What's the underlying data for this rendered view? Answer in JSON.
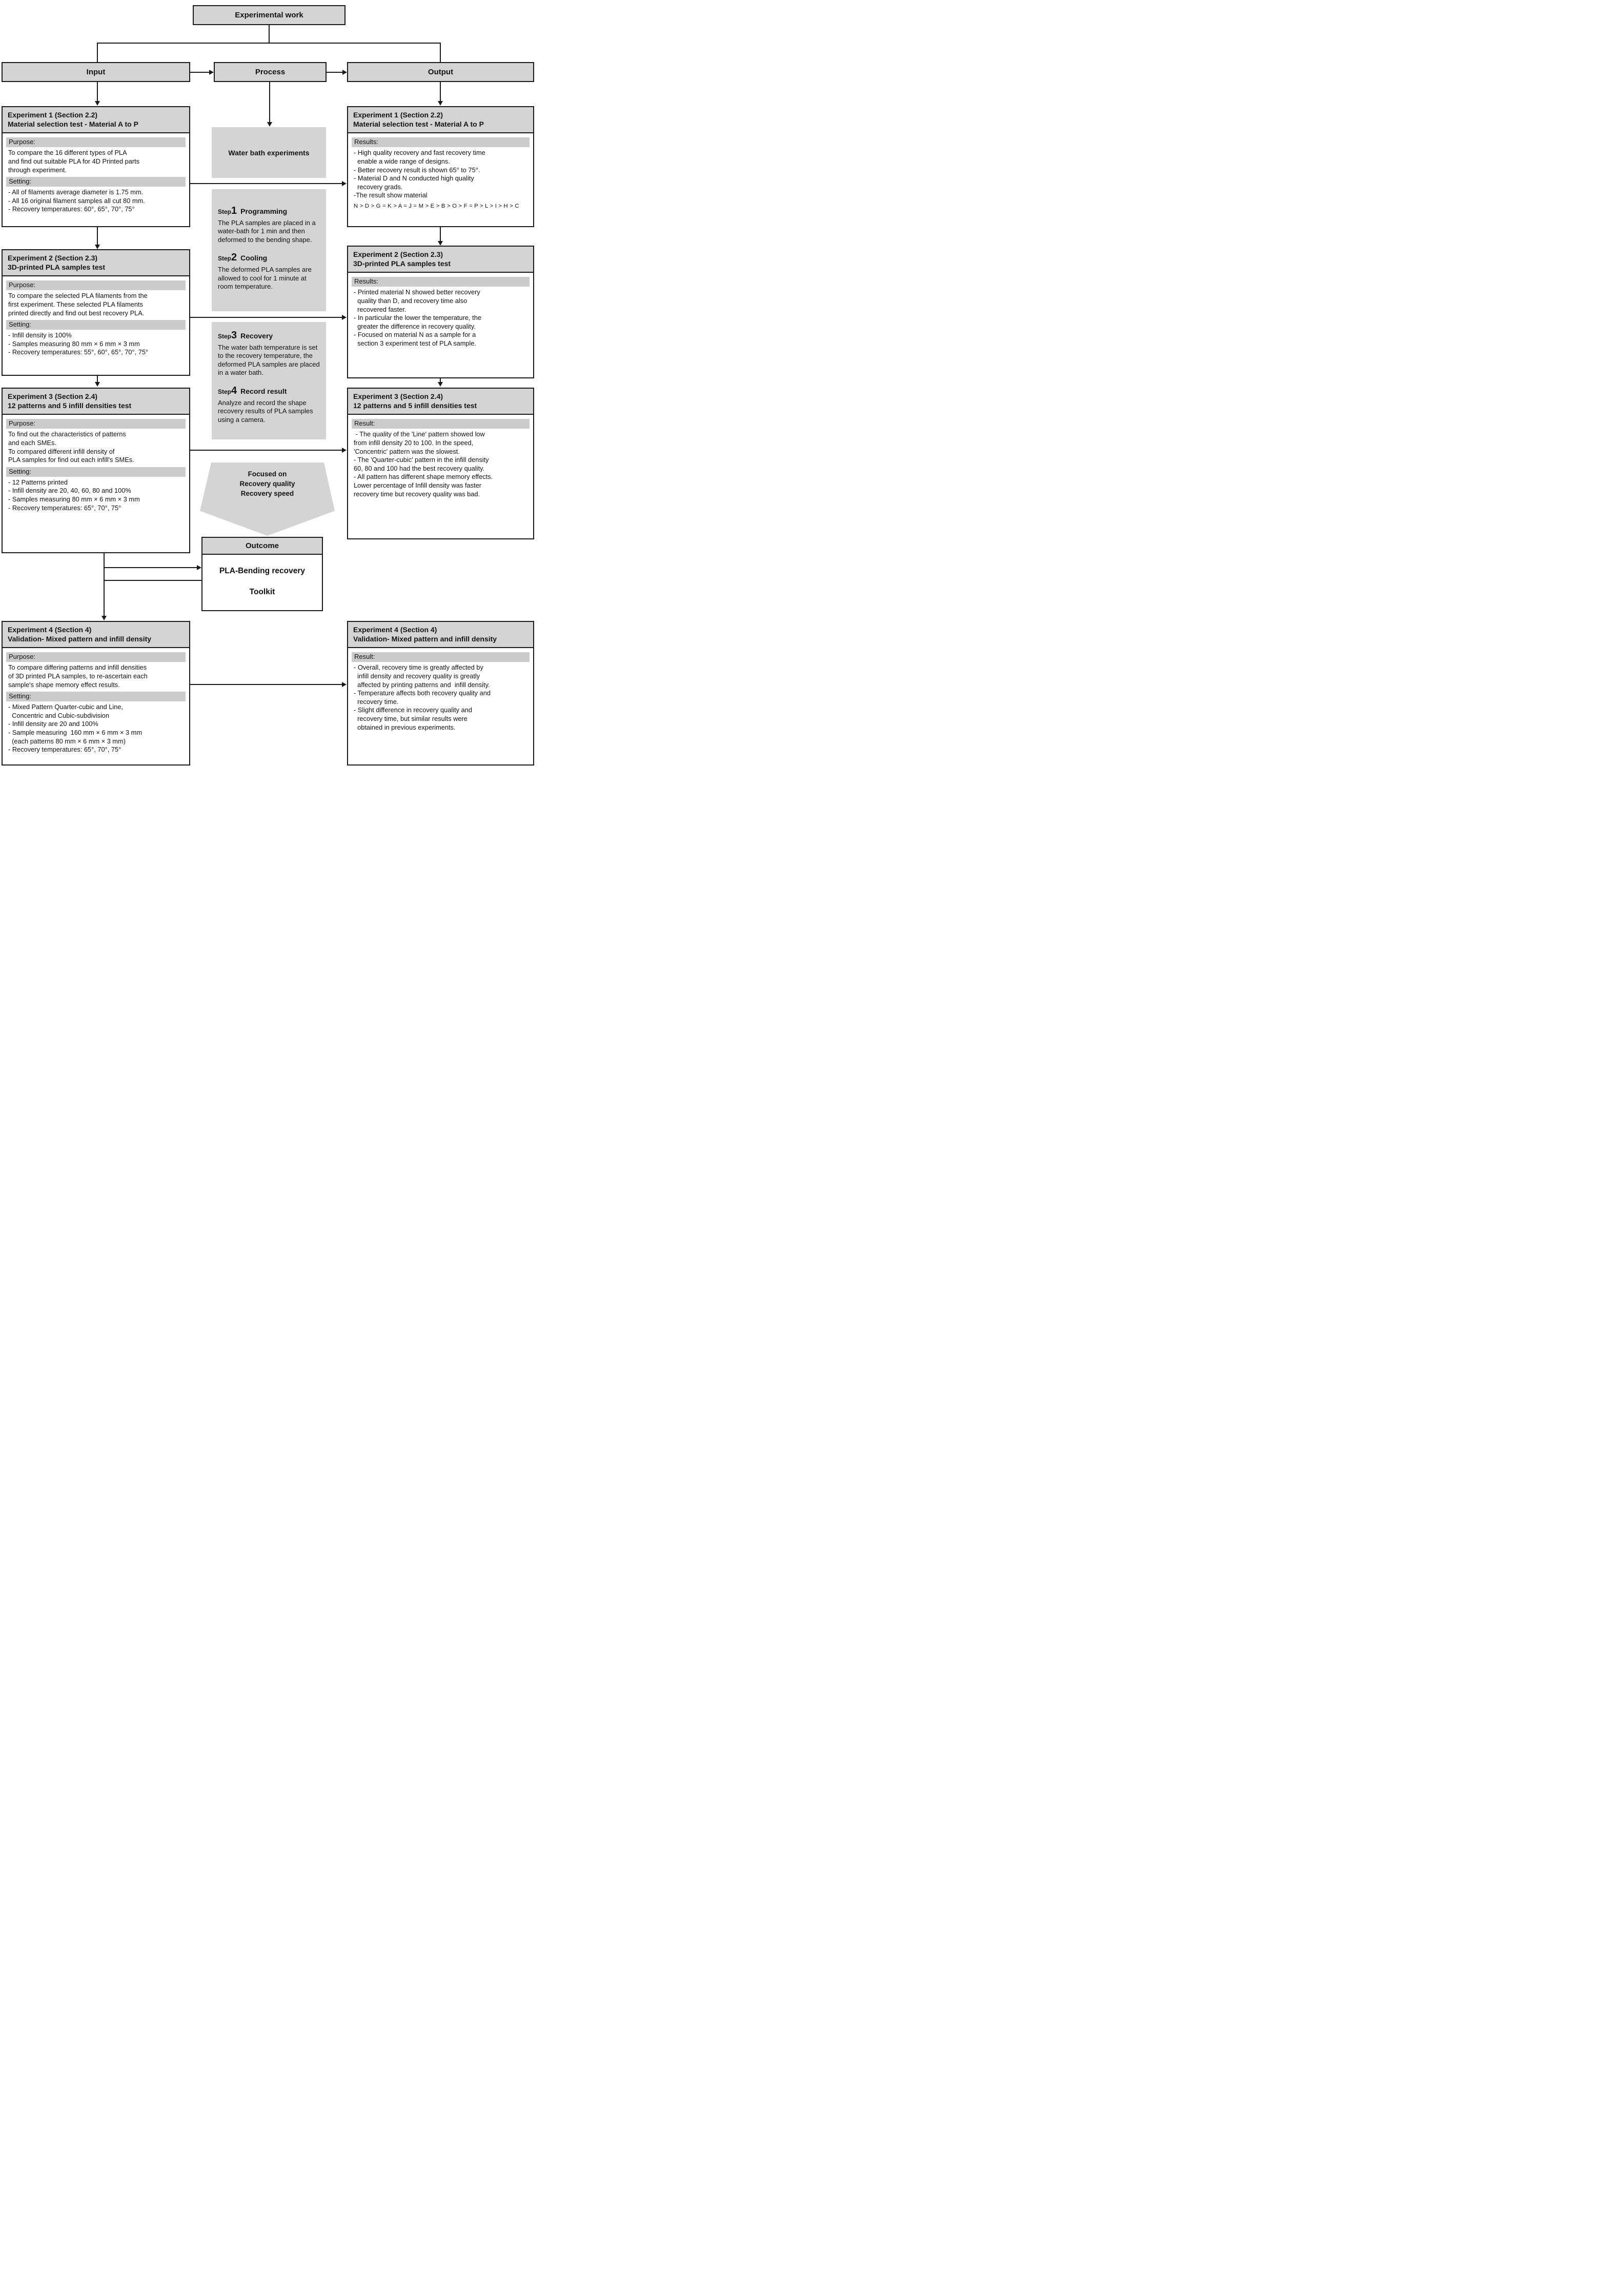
{
  "title": "Experimental work",
  "columns": {
    "input": "Input",
    "process": "Process",
    "output": "Output"
  },
  "labels": {
    "purpose": "Purpose:",
    "setting": "Setting:",
    "results": "Results:",
    "result": "Result:"
  },
  "input_column": {
    "exp1": {
      "header1": "Experiment 1 (Section 2.2)",
      "header2": "Material selection test - Material A to P",
      "purpose": [
        "To compare the 16 different types of PLA",
        "and find out suitable PLA for 4D Printed parts",
        "through experiment."
      ],
      "setting": [
        "- All of filaments average diameter is 1.75 mm.",
        "- All 16 original filament samples all cut 80 mm.",
        "- Recovery temperatures: 60°, 65°, 70°, 75°"
      ]
    },
    "exp2": {
      "header1": "Experiment 2 (Section 2.3)",
      "header2": "3D-printed PLA samples test",
      "purpose": [
        "To compare the selected PLA filaments from the",
        "first experiment. These selected PLA filaments",
        "printed directly and find out best recovery PLA."
      ],
      "setting": [
        "- Infill density is 100%",
        "- Samples measuring 80 mm × 6 mm × 3 mm",
        "- Recovery temperatures: 55°, 60°, 65°, 70°, 75°"
      ]
    },
    "exp3": {
      "header1": "Experiment 3 (Section 2.4)",
      "header2": "12 patterns and 5 infill densities test",
      "purpose": [
        "To find out the characteristics of patterns",
        "and each SMEs.",
        "To compared different infill density of",
        "PLA samples for find out each infill's SMEs."
      ],
      "setting": [
        "- 12 Patterns printed",
        "- Infill density are 20, 40, 60, 80 and 100%",
        "- Samples measuring 80 mm × 6 mm × 3 mm",
        "- Recovery temperatures: 65°, 70°, 75°"
      ]
    },
    "exp4": {
      "header1": "Experiment 4 (Section 4)",
      "header2": "Validation- Mixed pattern and infill density",
      "purpose": [
        "To compare differing patterns and infill densities",
        "of 3D printed PLA samples, to re-ascertain each",
        "sample's shape memory effect results."
      ],
      "setting": [
        "- Mixed Pattern Quarter-cubic and Line,",
        "  Concentric and Cubic-subdivision",
        "- Infill density are 20 and 100%",
        "- Sample measuring  160 mm × 6 mm × 3 mm",
        "  (each patterns 80 mm × 6 mm × 3 mm)",
        "- Recovery temperatures: 65°, 70°, 75°"
      ]
    }
  },
  "process_column": {
    "water_bath": "Water bath experiments",
    "steps": [
      {
        "prefix": "Step",
        "num": "1",
        "title": "Programming",
        "body": "The PLA samples are placed in a water-bath for 1 min and then deformed to the bending shape."
      },
      {
        "prefix": "Step",
        "num": "2",
        "title": "Cooling",
        "body": "The deformed PLA samples are allowed to cool for 1 minute at room temperature."
      },
      {
        "prefix": "Step",
        "num": "3",
        "title": "Recovery",
        "body": "The water bath temperature is set to the recovery temperature, the deformed PLA samples are placed in a water bath."
      },
      {
        "prefix": "Step",
        "num": "4",
        "title": "Record result",
        "body": "Analyze and record the shape recovery results of PLA samples using a camera."
      }
    ],
    "focus": [
      "Focused on",
      "Recovery quality",
      "Recovery speed"
    ],
    "outcome_label": "Outcome",
    "outcome_line1": "PLA-Bending recovery",
    "outcome_line2": "Toolkit"
  },
  "output_column": {
    "exp1": {
      "header1": "Experiment 1 (Section 2.2)",
      "header2": "Material selection test - Material A to P",
      "results": [
        "- High quality recovery and fast recovery time",
        "  enable a wide range of designs.",
        "- Better recovery result is shown 65° to 75°.",
        "- Material D and N conducted high quality",
        "  recovery grads.",
        "-The result show material"
      ],
      "ranking": "N > D > G = K > A = J = M > E > B > O > F = P > L > I > H > C"
    },
    "exp2": {
      "header1": "Experiment 2 (Section 2.3)",
      "header2": "3D-printed PLA samples test",
      "results": [
        "- Printed material N showed better recovery",
        "  quality than D, and recovery time also",
        "  recovered faster.",
        "- In particular the lower the temperature, the",
        "  greater the difference in recovery quality.",
        "- Focused on material N as a sample for a",
        "  section 3 experiment test of PLA sample."
      ]
    },
    "exp3": {
      "header1": "Experiment 3 (Section 2.4)",
      "header2": "12 patterns and 5 infill densities test",
      "results": [
        " - The quality of the 'Line' pattern showed low",
        "from infill density 20 to 100. In the speed,",
        "'Concentric' pattern was the slowest.",
        "- The 'Quarter-cubic' pattern in the infill density",
        "60, 80 and 100 had the best recovery quality.",
        "- All pattern has different shape memory effects.",
        "Lower percentage of Infill density was faster",
        "recovery time but recovery quality was bad."
      ]
    },
    "exp4": {
      "header1": "Experiment 4 (Section 4)",
      "header2": "Validation- Mixed pattern and infill density",
      "results": [
        "- Overall, recovery time is greatly affected by",
        "  infill density and recovery quality is greatly",
        "  affected by printing patterns and  infill density.",
        "- Temperature affects both recovery quality and",
        "  recovery time.",
        "- Slight difference in recovery quality and",
        "  recovery time, but similar results were",
        "  obtained in previous experiments."
      ]
    }
  },
  "colors": {
    "box_fill": "#d4d4d4",
    "label_fill": "#cbcbcb",
    "border": "#1a1a1a",
    "body_fill": "#ffffff"
  }
}
